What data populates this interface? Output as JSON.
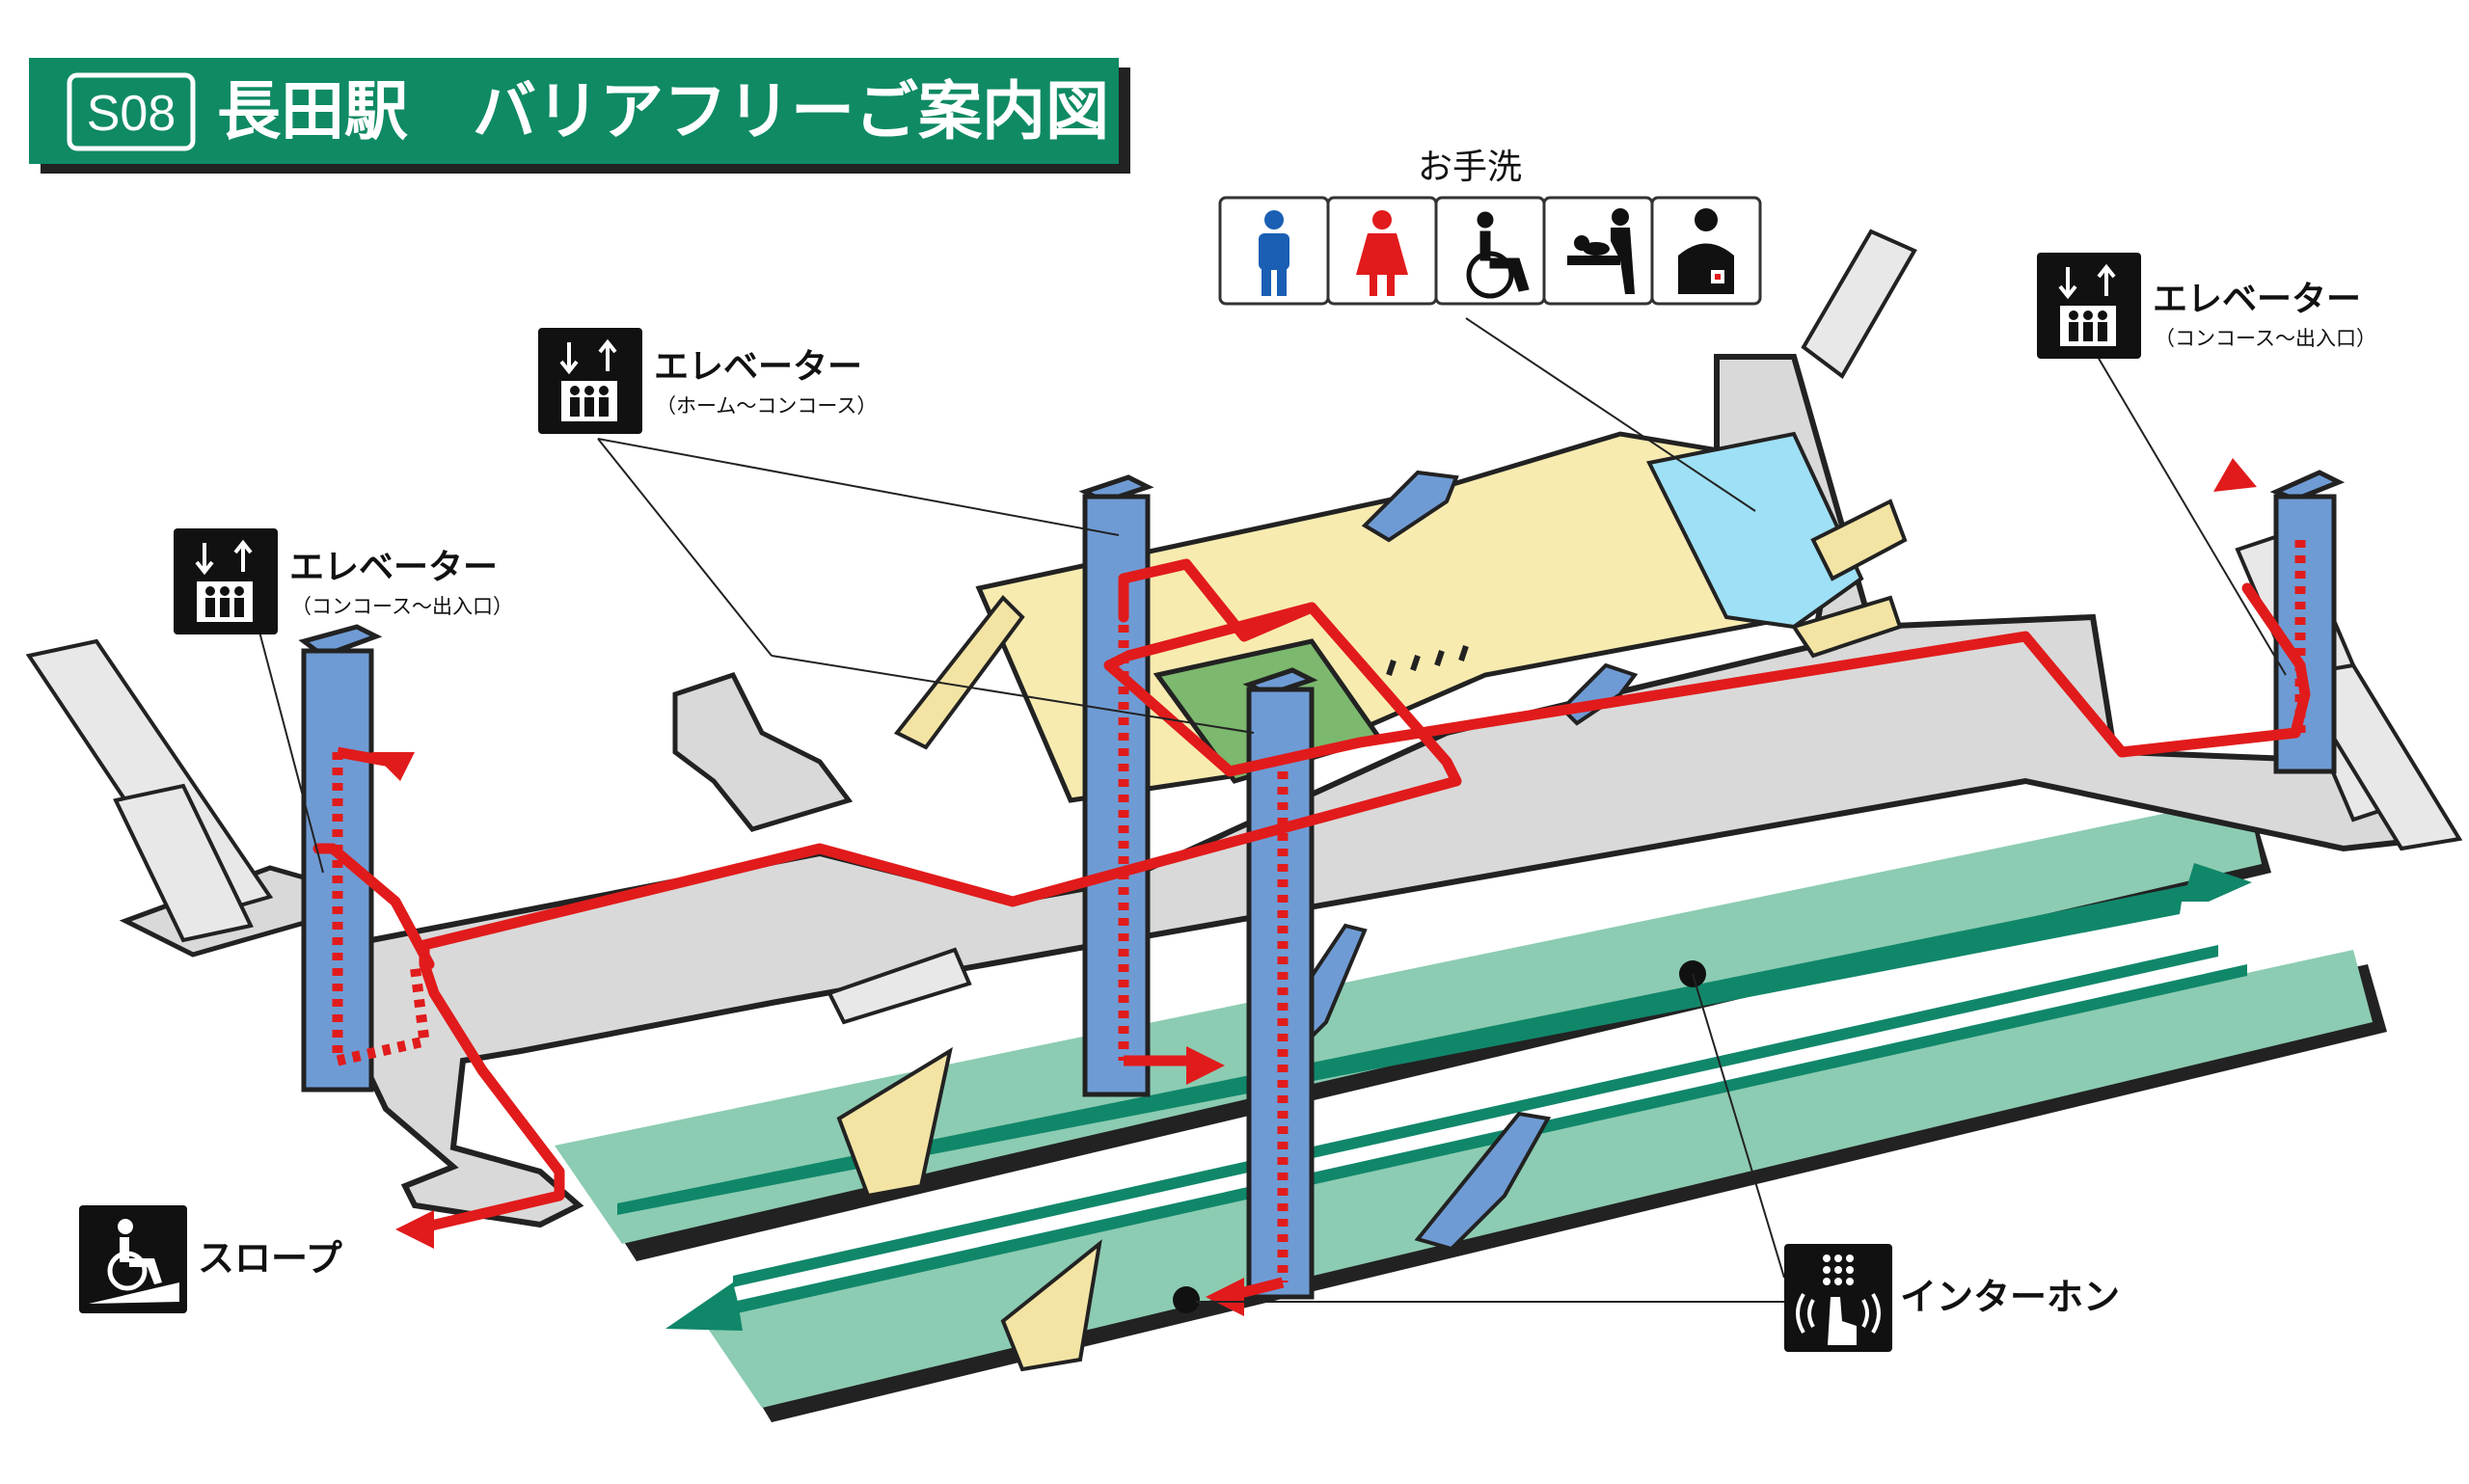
{
  "title": {
    "station_code": "S08",
    "station_name": "長田駅",
    "subtitle": "バリアフリーご案内図"
  },
  "colors": {
    "title_bg": "#0f8a64",
    "route_red": "#e11b1b",
    "platform_green": "#8cccb2",
    "track_arrow": "#11876a",
    "concourse_gray": "#d9d9d9",
    "hall_yellow": "#f8ebb0",
    "toilet_blue": "#9ee0f5",
    "elevator_blue": "#6f9bd4",
    "stairs_tan": "#f3e4a4",
    "ev_shaft_green": "#7cb86e"
  },
  "toilet": {
    "label": "お手洗",
    "icons": [
      "male-icon",
      "female-icon",
      "wheelchair-icon",
      "baby-changing-icon",
      "ostomate-icon"
    ]
  },
  "callouts": {
    "elevator_home": {
      "title": "エレベーター",
      "sub": "（ホーム～コンコース）"
    },
    "elevator_left": {
      "title": "エレベーター",
      "sub": "（コンコース～出入口）"
    },
    "elevator_right": {
      "title": "エレベーター",
      "sub": "（コンコース～出入口）"
    },
    "slope": {
      "title": "スロープ"
    },
    "intercom": {
      "title": "インターホン"
    }
  }
}
